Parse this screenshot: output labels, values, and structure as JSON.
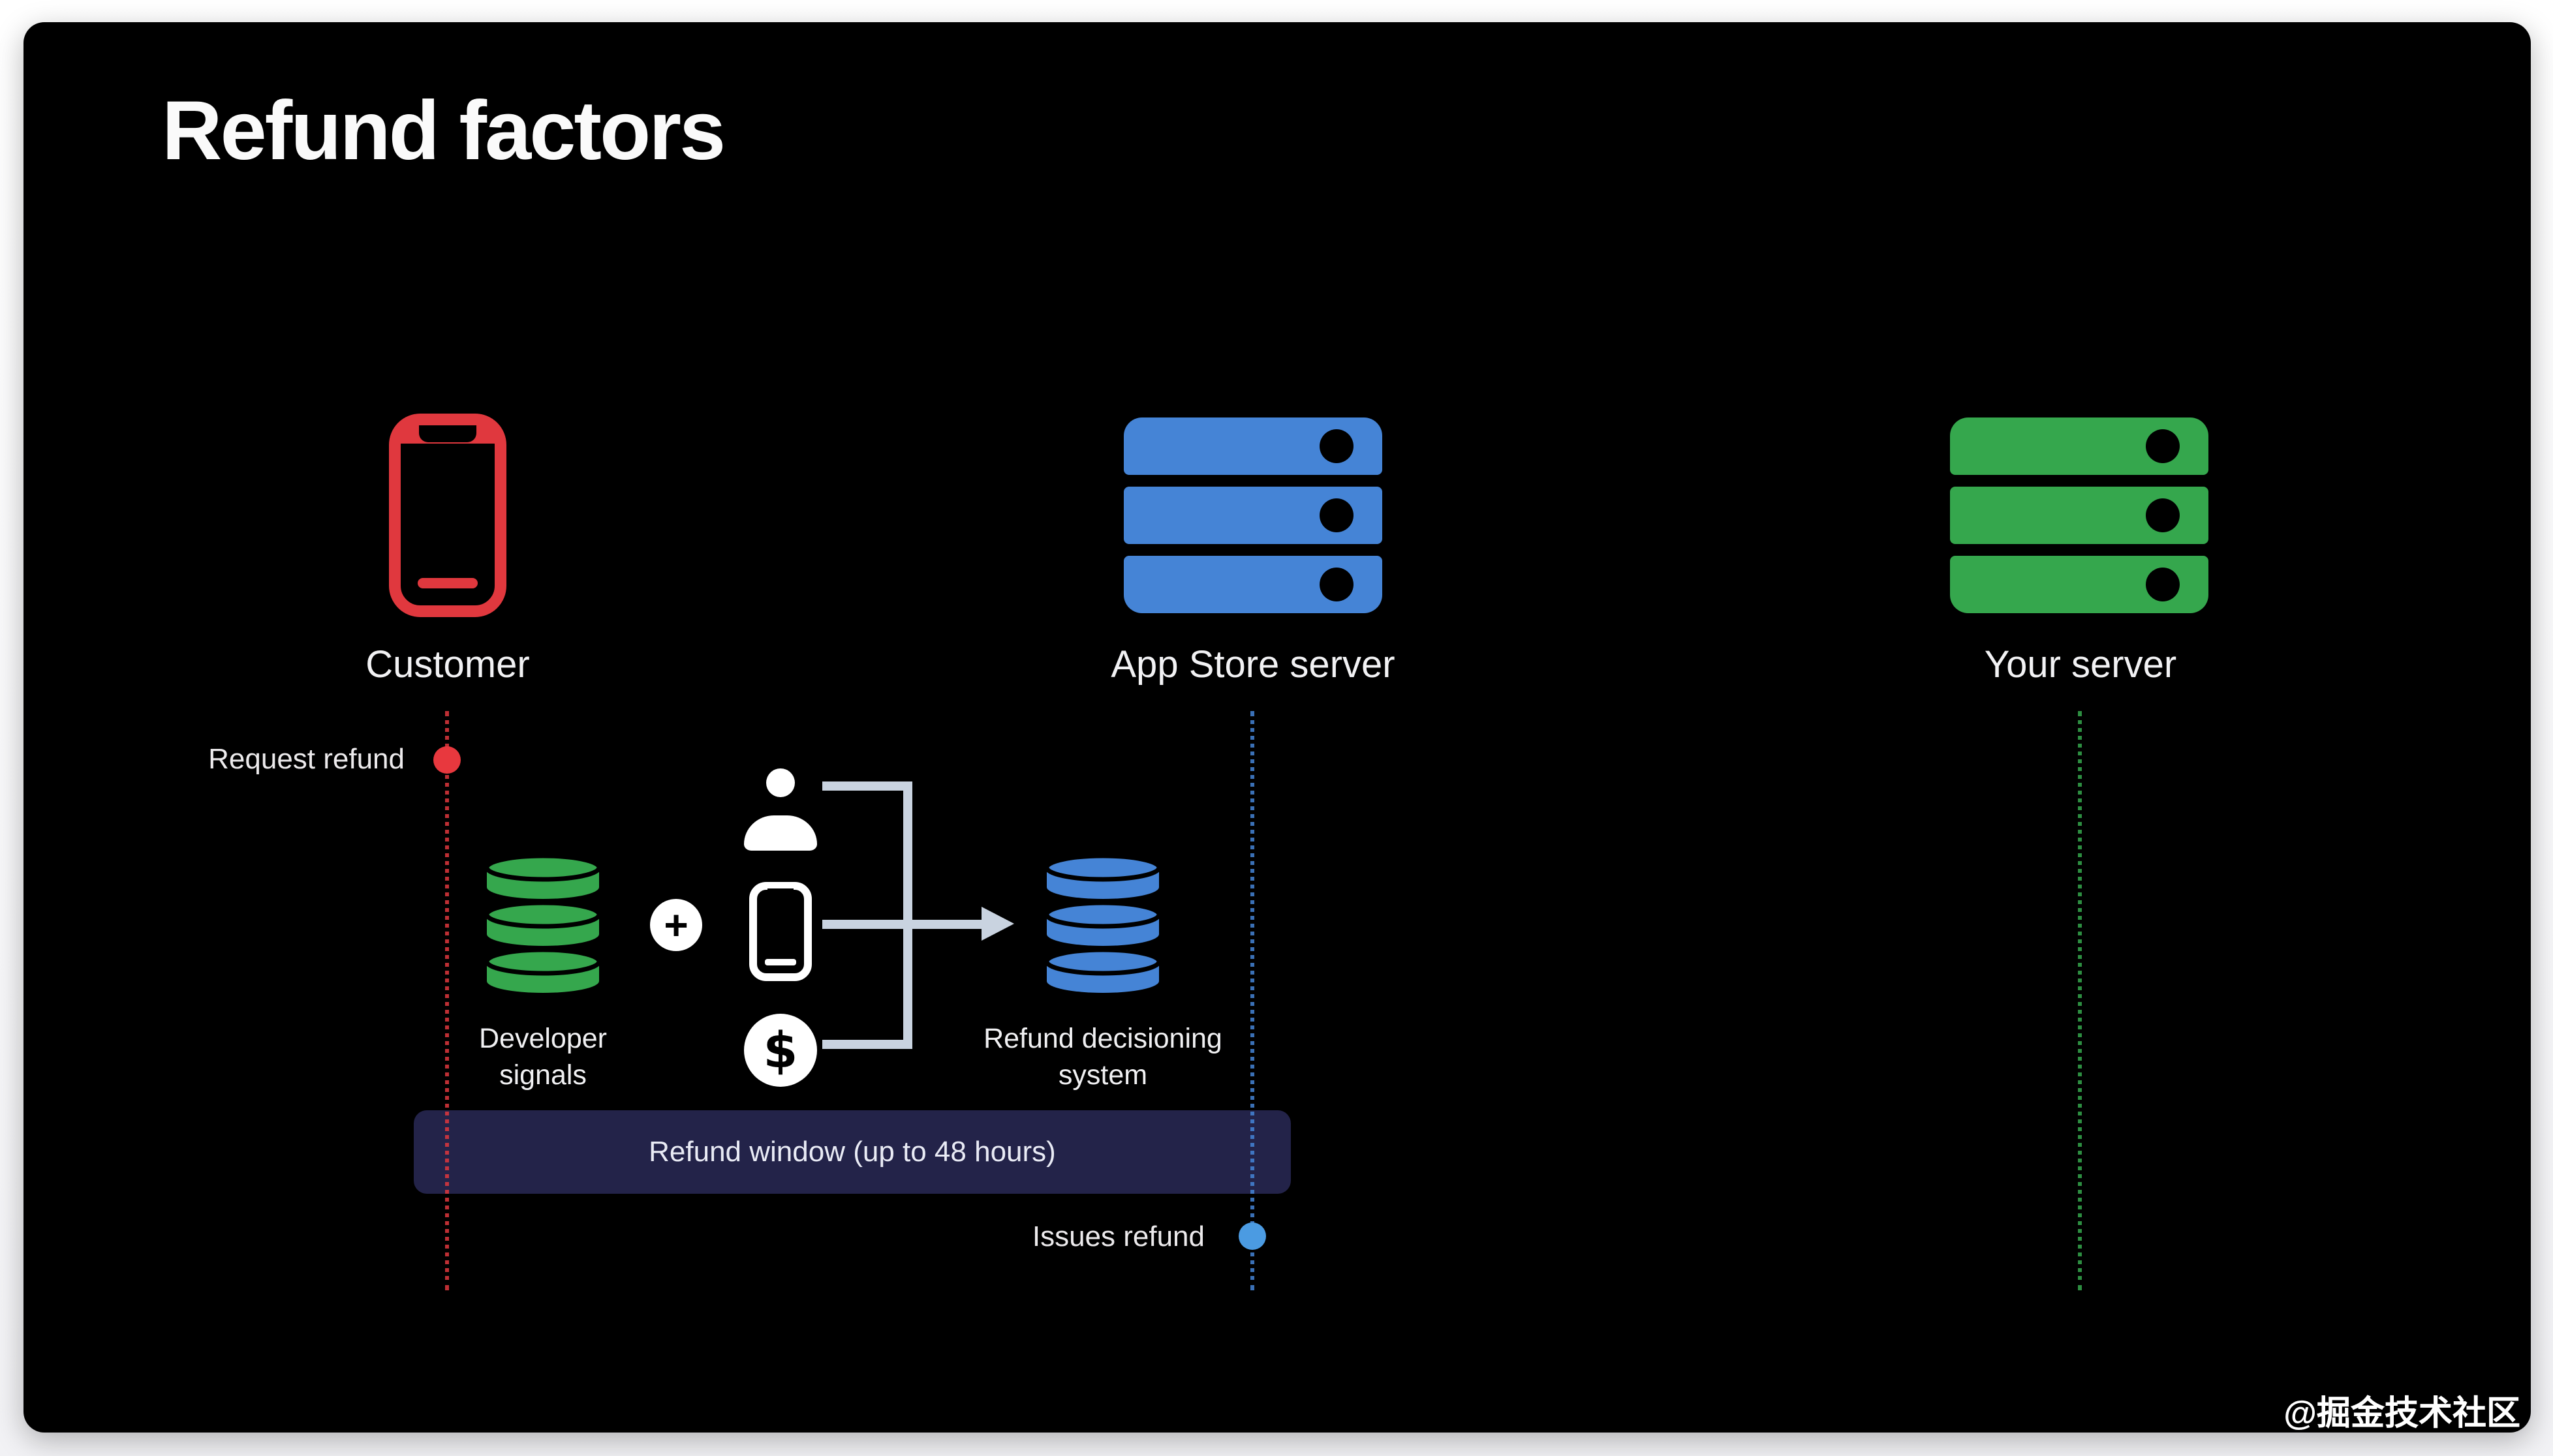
{
  "theme": {
    "card_bg": "#000000",
    "red": "#e0383e",
    "blue": "#4584d6",
    "green": "#35a74d",
    "dot_red": "#e8383e",
    "dot_blue": "#4b9be2",
    "connector": "#c9d3e0",
    "window_bg": "#232349"
  },
  "slide": {
    "title": "Refund factors",
    "watermark": "@掘金技术社区"
  },
  "columns": [
    {
      "label": "Customer",
      "icon": "iphone-icon",
      "color": "#e0383e"
    },
    {
      "label": "App Store server",
      "icon": "server-icon",
      "color": "#4584d6"
    },
    {
      "label": "Your server",
      "icon": "server-icon",
      "color": "#35a74d"
    }
  ],
  "timeline": {
    "request_event": "Request refund",
    "issue_event": "Issues refund",
    "window_label": "Refund window (up to 48 hours)"
  },
  "decisioning": {
    "inputs_db_label": "Developer\nsignals",
    "plus": "+",
    "dollar": "$",
    "output_db_label": "Refund decisioning\nsystem"
  }
}
